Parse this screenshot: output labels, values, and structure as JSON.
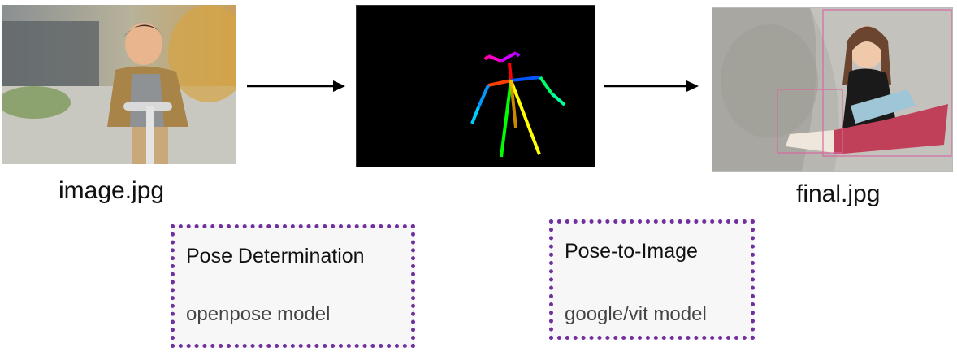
{
  "input": {
    "label": "image.jpg"
  },
  "output": {
    "label": "final.jpg"
  },
  "steps": [
    {
      "title": "Pose Determination",
      "model": "openpose model"
    },
    {
      "title": "Pose-to-Image",
      "model": "google/vit model"
    }
  ],
  "colors": {
    "box_border": "#7030a0",
    "box_fill": "#f7f7f7",
    "arrow": "#000000"
  }
}
